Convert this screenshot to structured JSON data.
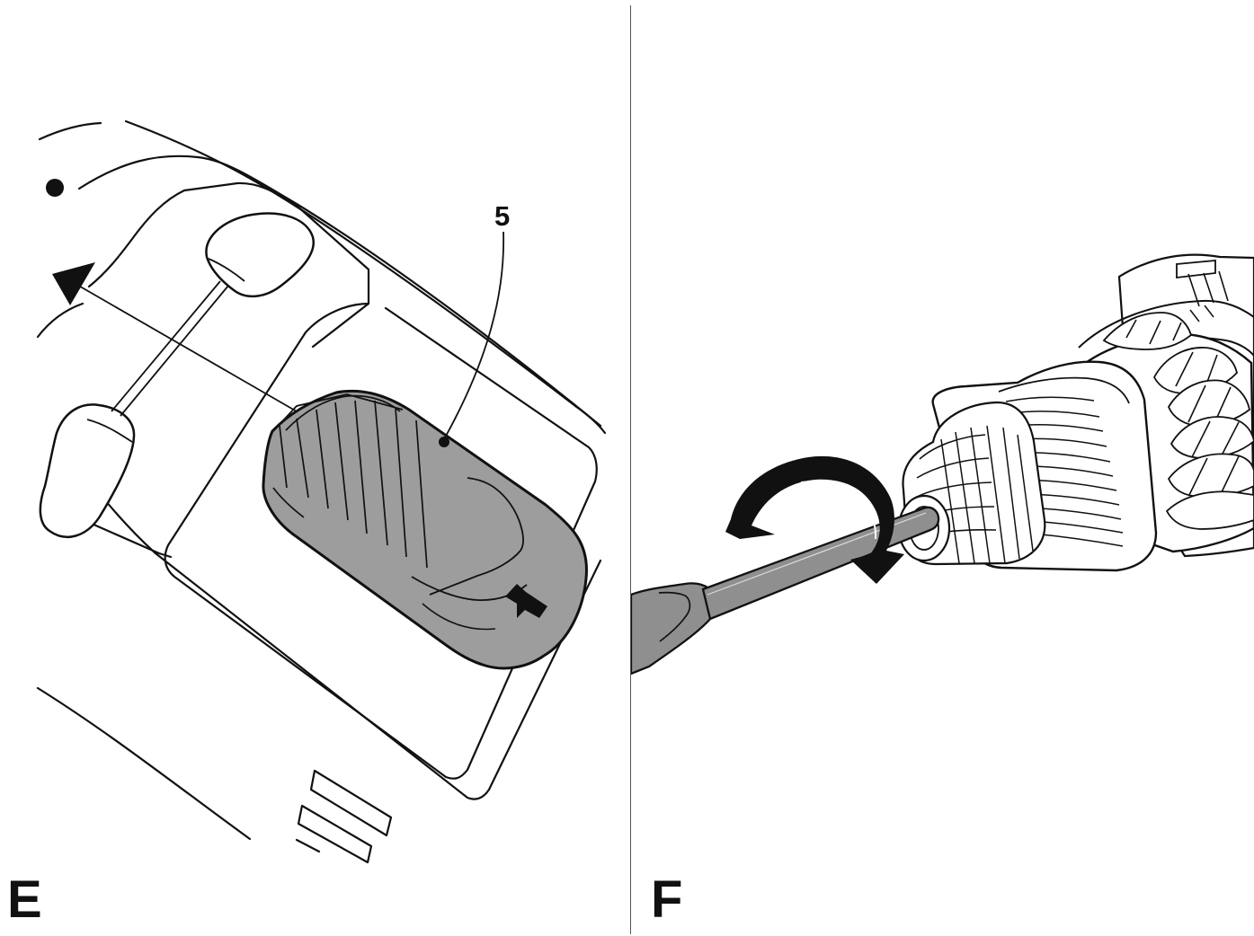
{
  "figure": {
    "panels": [
      {
        "id": "E",
        "letter": "E",
        "callout_number": "5"
      },
      {
        "id": "F",
        "letter": "F"
      }
    ]
  },
  "icons": {
    "mode_arrow": "triangle-arrow-icon",
    "rotation_arrow": "rotation-arrow-icon",
    "dot": "dot-icon",
    "lock_symbol": "lock-symbol-icon"
  },
  "colors": {
    "line": "#111111",
    "paper": "#ffffff",
    "switch_fill": "#9d9d9d",
    "shaft_fill": "#8f8f8f",
    "light_gray": "#dadada"
  }
}
